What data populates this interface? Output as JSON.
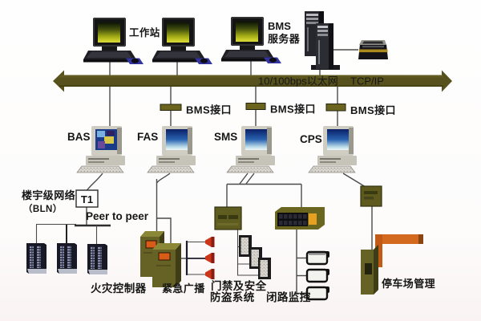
{
  "diagram_title": "BMS building management system network topology",
  "colors": {
    "backbone_olive": "#57511d",
    "interface_olive": "#6a641e",
    "device_olive": "#6b6828",
    "barrier_orange": "#d2691e",
    "speaker_red": "#cc3518",
    "cabinet_navy": "#1c1c2c",
    "screen_green": "#c8c820",
    "screen_blue": "#0b2f77",
    "text_dark": "#161616"
  },
  "top_row": {
    "workstation_label": "工作站",
    "server_label_line1": "BMS",
    "server_label_line2": "服务器"
  },
  "backbone": {
    "label_left": "10/100bps以太网",
    "label_right": "TCP/IP"
  },
  "interfaces": {
    "label1": "BMS接口",
    "label2": "BMS接口",
    "label3": "BMS接口"
  },
  "stations": {
    "bas": "BAS",
    "fas": "FAS",
    "sms": "SMS",
    "cps": "CPS"
  },
  "bln": {
    "network_line1": "楼宇级网络",
    "network_line2": "（BLN）",
    "t1": "T1",
    "peer": "Peer to peer"
  },
  "subsystems": {
    "fire": "火灾控制器",
    "broadcast": "紧急广播",
    "access_line1": "门禁及安全",
    "access_line2": "防盗系统",
    "cctv": "闭路监控",
    "parking": "停车场管理"
  }
}
